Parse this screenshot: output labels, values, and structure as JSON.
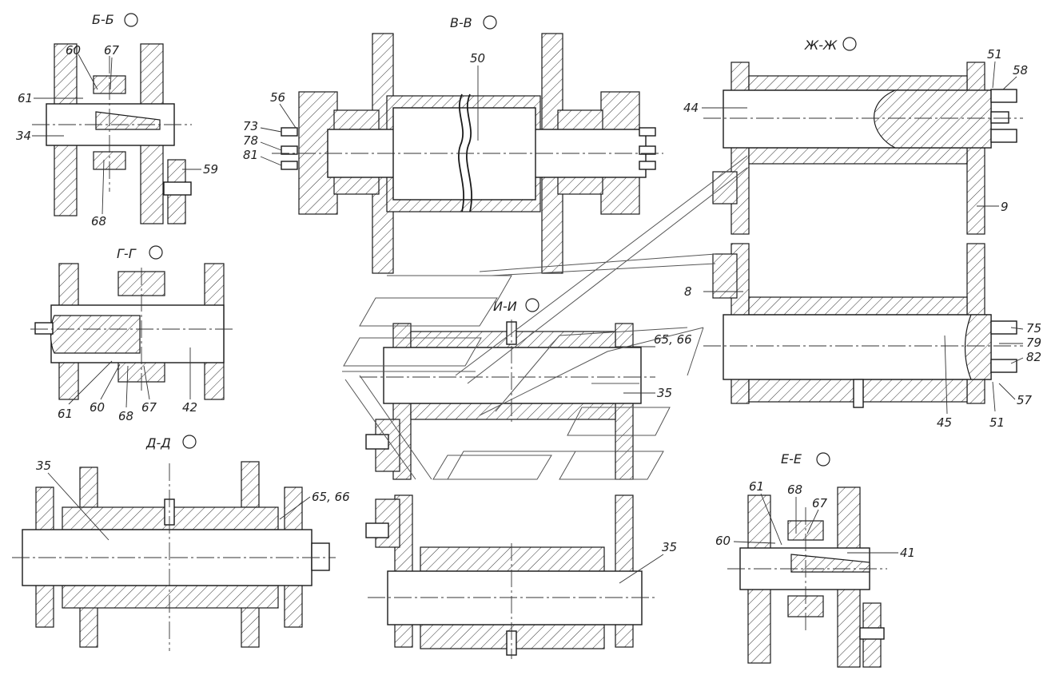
{
  "views": {
    "bb": {
      "title": "Б-Б",
      "labels": [
        "60",
        "67",
        "61",
        "34",
        "59",
        "68"
      ]
    },
    "vv": {
      "title": "В-В",
      "labels": [
        "50",
        "56",
        "73",
        "78",
        "81"
      ]
    },
    "zhzh": {
      "title": "Ж-Ж",
      "labels": [
        "51",
        "58",
        "44",
        "9",
        "8",
        "75",
        "79",
        "82",
        "57",
        "51",
        "45"
      ]
    },
    "gg": {
      "title": "Г-Г",
      "labels": [
        "61",
        "60",
        "68",
        "67",
        "42"
      ]
    },
    "ii": {
      "title": "И-И",
      "labels": [
        "65, 66",
        "35"
      ]
    },
    "dd": {
      "title": "Д-Д",
      "labels": [
        "35",
        "65, 66"
      ]
    },
    "ee": {
      "title": "Е-Е",
      "labels": [
        "61",
        "68",
        "67",
        "60",
        "41"
      ]
    },
    "bottom": {
      "labels": [
        "35"
      ]
    }
  }
}
